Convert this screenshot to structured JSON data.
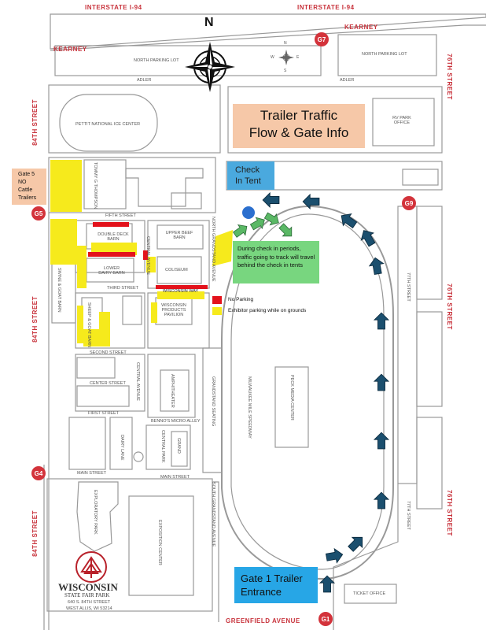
{
  "compass": {
    "north": "N",
    "rose_n": "N",
    "rose_e": "E",
    "rose_s": "S",
    "rose_w": "W"
  },
  "roads": {
    "interstate_left": "INTERSTATE I-94",
    "interstate_right": "INTERSTATE I-94",
    "kearney_left": "KEARNEY",
    "kearney_right": "KEARNEY",
    "adler_left": "ADLER",
    "adler_right": "ADLER",
    "street84_top": "84TH STREET",
    "street84_mid": "84TH STREET",
    "street84_bottom": "84TH STREET",
    "street76_top": "76TH STREET",
    "street76_mid": "76TH STREET",
    "street76_bottom": "76TH STREET",
    "greenfield": "GREENFIELD AVENUE"
  },
  "places": {
    "north_lot_left": "NORTH PARKING LOT",
    "north_lot_right": "NORTH PARKING LOT",
    "ice_center": "PETTIT NATIONAL ICE CENTER",
    "rv_park": "RV PARK OFFICE",
    "tommy": "TOMMY G THOMPSON",
    "fifth": "FIFTH STREET",
    "double_deck": "DOUBLE DECK BARN",
    "upper_beef": "UPPER BEEF BARN",
    "lower_dairy": "LOWER DAIRY BARN",
    "coliseum": "COLISEUM",
    "third": "THIRD STREET",
    "wisconsin_way": "WISCONSIN WAY",
    "products": "WISCONSIN PRODUCTS PAVILION",
    "swine": "SWINE & GOAT BARN",
    "sheep": "SHEEP & GOAT BARN",
    "central_ave": "CENTRAL AVENUE",
    "north_grandstand": "NORTH GRANDSTAND AVENUE",
    "second": "SECOND STREET",
    "center": "CENTER STREET",
    "first": "FIRST STREET",
    "amphitheater": "AMPHITHEATER",
    "grandstand_seating": "GRANDSTAND SEATING",
    "speedway": "MILWAUKEE MILE SPEEDWAY",
    "peck": "PECK MEDIA CENTER",
    "bennos": "BENNO'S MICRO ALLEY",
    "central_park": "CENTRAL PARK",
    "dairy_lane": "DAIRY LANE",
    "grand": "GRAND",
    "main_left": "MAIN STREET",
    "main_right": "MAIN STREET",
    "exploratory": "EXPLORATORY PARK",
    "exposition": "EXPOSITION CENTER",
    "south_grandstand": "SOUTH GRANDSTAND AVENUE",
    "street77_top": "77TH STREET",
    "street77_bottom": "77TH STREET",
    "ticket": "TICKET OFFICE"
  },
  "gates": {
    "g1": "G1",
    "g4": "G4",
    "g5": "G5",
    "g7": "G7",
    "g9": "G9"
  },
  "boxes": {
    "title_line1": "Trailer Traffic",
    "title_line2": "Flow & Gate Info",
    "checkin_line1": "Check",
    "checkin_line2": "In Tent",
    "gate5_lines": [
      "Gate 5",
      "NO",
      "Cattle",
      "Trailers"
    ],
    "note": "During check in periods, traffic going to track will travel behind the check in tents",
    "gate1_line1": "Gate 1 Trailer",
    "gate1_line2": "Entrance"
  },
  "legend": {
    "no_parking": "No Parking",
    "exhibitor": "Exhibitor parking while on grounds"
  },
  "logo": {
    "name": "WISCONSIN",
    "sub": "STATE FAIR PARK",
    "addr1": "640 S. 84TH STREET",
    "addr2": "WEST ALLIS, WI 53214"
  },
  "colors": {
    "gate": "#d3333b",
    "title_box": "#f6c8a8",
    "checkin_box": "#4aa9de",
    "note_box": "#78d67f",
    "gate1_box": "#27a6e6",
    "arrow_fill": "#1b4f6e",
    "arrow_green": "#5ab865",
    "parking_yellow": "#f6ea1c",
    "no_parking_red": "#e3121b",
    "marker_blue": "#2b6fce"
  }
}
